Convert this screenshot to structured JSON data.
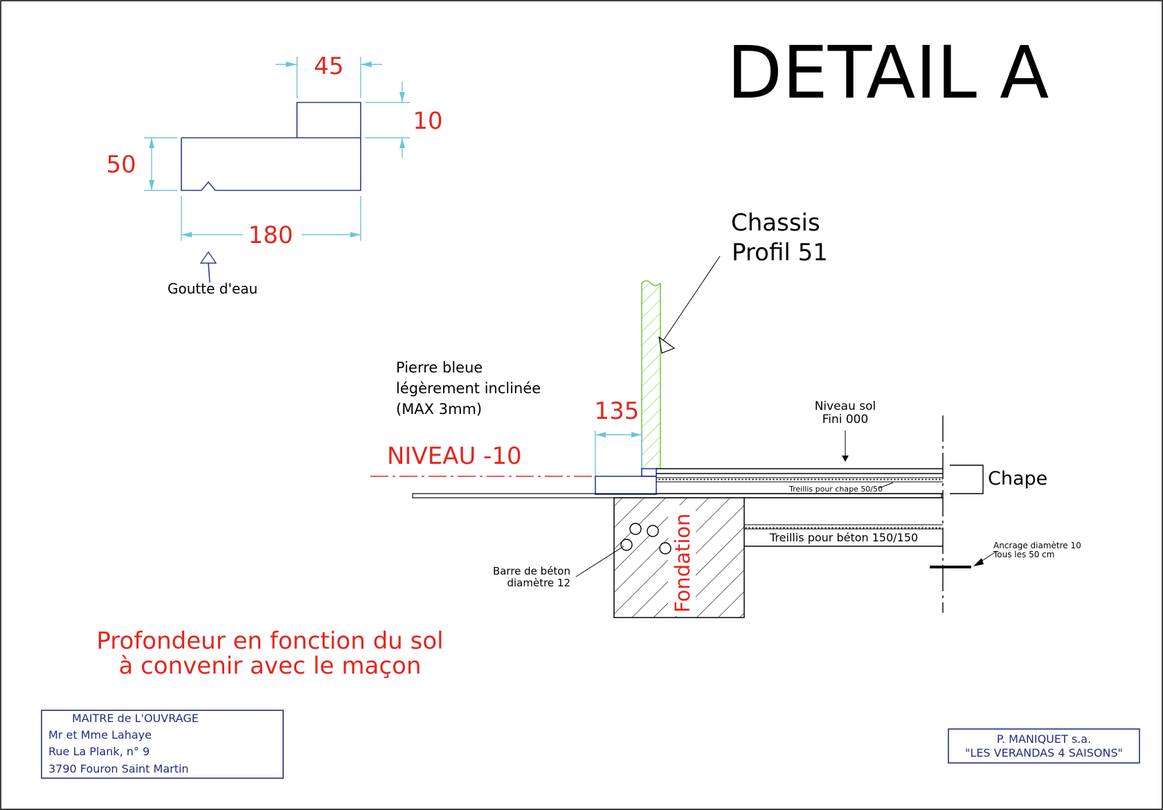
{
  "title": "DETAIL A",
  "profile": {
    "dim_top": "45",
    "dim_step": "10",
    "dim_height": "50",
    "dim_width": "180",
    "drip_label": "Goutte d'eau"
  },
  "labels": {
    "chassis_line1": "Chassis",
    "chassis_line2": "Profil 51",
    "stone_line1": "Pierre bleue",
    "stone_line2": "légèrement inclinée",
    "stone_line3": "(MAX 3mm)",
    "dim_135": "135",
    "niveau": "NIVEAU -10",
    "niveau_sol_line1": "Niveau sol",
    "niveau_sol_line2": "Fini 000",
    "chape": "Chape",
    "treillis_chape": "Treillis pour chape 50/50",
    "treillis_beton": "Treillis pour béton 150/150",
    "ancrage_line1": "Ancrage diamètre 10",
    "ancrage_line2": "Tous les 50 cm",
    "barre_line1": "Barre de béton",
    "barre_line2": "diamètre 12",
    "fondation": "Fondation",
    "depth_line1": "Profondeur en fonction du sol",
    "depth_line2": "à convenir avec le maçon"
  },
  "owner_box": {
    "heading": "MAITRE de L'OUVRAGE",
    "line1": "Mr et Mme Lahaye",
    "line2": "Rue La Plank, n° 9",
    "line3": "3790 Fouron Saint Martin"
  },
  "company_box": {
    "line1": "P. MANIQUET s.a.",
    "line2": "\"LES VERANDAS 4 SAISONS\""
  },
  "colors": {
    "red_text": "#e3261f",
    "dimension_cyan": "#6cc5d9",
    "profile_blue": "#2e3a8f",
    "chassis_green": "#7ac943",
    "navy_text": "#232c7e"
  }
}
